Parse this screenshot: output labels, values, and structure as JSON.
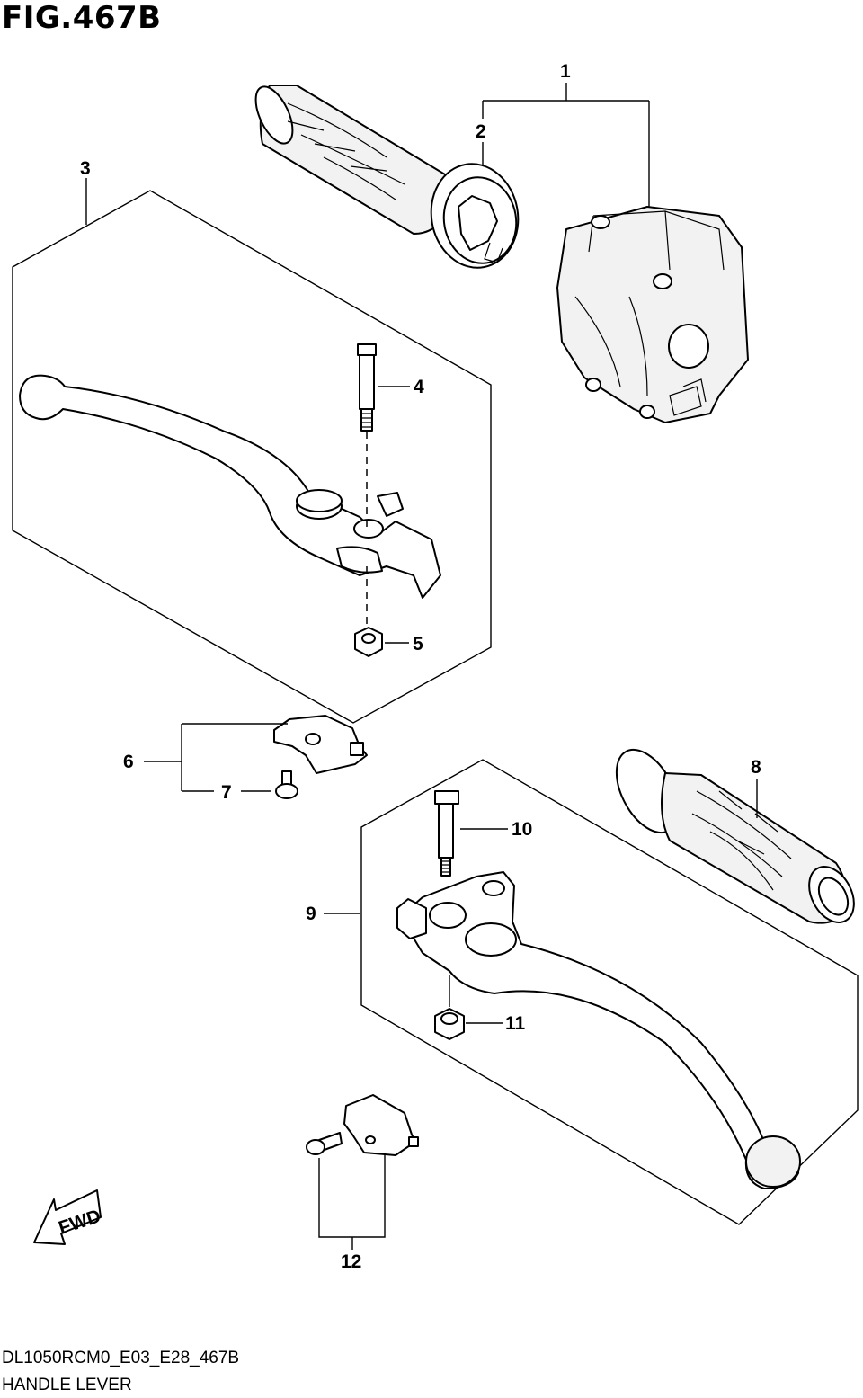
{
  "figure": {
    "title": "FIG.467B"
  },
  "footer": {
    "code": "DL1050RCM0_E03_E28_467B",
    "name": "HANDLE LEVER"
  },
  "fwd_label": "FWD",
  "callouts": {
    "c1": "1",
    "c2": "2",
    "c3": "3",
    "c4": "4",
    "c5": "5",
    "c6": "6",
    "c7": "7",
    "c8": "8",
    "c9": "9",
    "c10": "10",
    "c11": "11",
    "c12": "12"
  }
}
